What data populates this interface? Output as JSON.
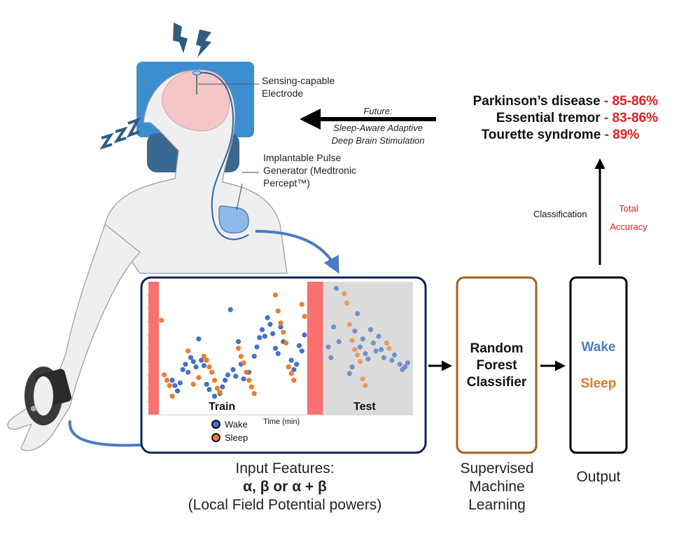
{
  "illustration": {
    "electrode_label": [
      "Sensing-capable",
      "Electrode"
    ],
    "ipg_label": [
      "Implantable Pulse",
      "Generator (Medtronic",
      "Percept™)"
    ],
    "icons": [
      "lightning-bolt-icon",
      "sleep-zzz-icon",
      "brain-icon",
      "pillow-icon",
      "pulse-generator-icon",
      "smartwatch-icon"
    ]
  },
  "future": {
    "title": "Future:",
    "line1": "Sleep-Aware Adaptive",
    "line2": "Deep Brain Stimulation"
  },
  "results": [
    {
      "condition": "Parkinson’s disease",
      "accuracy": "- 85-86%"
    },
    {
      "condition": "Essential tremor",
      "accuracy": "- 83-86%"
    },
    {
      "condition": "Tourette syndrome",
      "accuracy": "- 89%"
    }
  ],
  "arrow_labels": {
    "left": "Classification",
    "right_line1": "Total",
    "right_line2": "Accuracy"
  },
  "colors": {
    "wake": "#4472c4",
    "sleep": "#ed7d31",
    "accuracy_red": "#e02020",
    "pillow": "#3b8fd1",
    "panel_border": "#0f2456",
    "classifier_border": "#a0601e",
    "red_band": "#f87070",
    "test_bg": "#dcdcdc"
  },
  "chart_data": {
    "type": "scatter",
    "title": "",
    "xlabel": "Time (min)",
    "ylabel": "",
    "regions": [
      {
        "label": "",
        "kind": "excluded",
        "x": [
          0,
          4
        ]
      },
      {
        "label": "Train",
        "kind": "train",
        "x": [
          4,
          60
        ]
      },
      {
        "label": "",
        "kind": "excluded",
        "x": [
          60,
          66
        ]
      },
      {
        "label": "Test",
        "kind": "test",
        "x": [
          66,
          100
        ]
      }
    ],
    "xlim": [
      0,
      100
    ],
    "ylim": [
      0,
      10
    ],
    "legend": {
      "position": "bottom-left",
      "entries": [
        "Wake",
        "Sleep"
      ]
    },
    "series": [
      {
        "name": "Wake",
        "points": [
          [
            9,
            2.6
          ],
          [
            10,
            2.2
          ],
          [
            11,
            1.8
          ],
          [
            12,
            2.4
          ],
          [
            13,
            3.4
          ],
          [
            14,
            3.8
          ],
          [
            15,
            3.2
          ],
          [
            16,
            4.3
          ],
          [
            17,
            4.0
          ],
          [
            18,
            3.6
          ],
          [
            19,
            5.7
          ],
          [
            20,
            4.1
          ],
          [
            21,
            3.7
          ],
          [
            22,
            2.3
          ],
          [
            23,
            1.9
          ],
          [
            25,
            1.4
          ],
          [
            27,
            1.6
          ],
          [
            28,
            2.1
          ],
          [
            29,
            2.6
          ],
          [
            30,
            3.0
          ],
          [
            31,
            7.9
          ],
          [
            32,
            3.4
          ],
          [
            33,
            2.9
          ],
          [
            34,
            5.5
          ],
          [
            35,
            3.8
          ],
          [
            36,
            2.7
          ],
          [
            38,
            3.2
          ],
          [
            40,
            4.4
          ],
          [
            41,
            5.1
          ],
          [
            42,
            5.8
          ],
          [
            43,
            6.4
          ],
          [
            44,
            5.9
          ],
          [
            45,
            7.3
          ],
          [
            46,
            6.8
          ],
          [
            47,
            6.1
          ],
          [
            48,
            5.0
          ],
          [
            49,
            4.6
          ],
          [
            50,
            6.6
          ],
          [
            51,
            5.5
          ],
          [
            54,
            4.1
          ],
          [
            55,
            3.4
          ],
          [
            56,
            3.8
          ],
          [
            57,
            5.2
          ],
          [
            58,
            4.8
          ],
          [
            59,
            6.0
          ],
          [
            68,
            5.1
          ],
          [
            69,
            4.3
          ],
          [
            70,
            6.6
          ],
          [
            71,
            9.5
          ],
          [
            72,
            5.5
          ],
          [
            76,
            3.1
          ],
          [
            77,
            3.6
          ],
          [
            78,
            6.3
          ],
          [
            79,
            7.6
          ],
          [
            80,
            5.1
          ],
          [
            81,
            5.7
          ],
          [
            82,
            4.6
          ],
          [
            83,
            4.2
          ],
          [
            84,
            6.4
          ],
          [
            85,
            5.4
          ],
          [
            86,
            4.8
          ],
          [
            87,
            5.9
          ],
          [
            88,
            4.9
          ],
          [
            89,
            4.3
          ],
          [
            92,
            4.1
          ],
          [
            93,
            4.5
          ],
          [
            95,
            3.8
          ],
          [
            96,
            3.4
          ],
          [
            97,
            3.6
          ],
          [
            98,
            3.9
          ]
        ]
      },
      {
        "name": "Sleep",
        "points": [
          [
            5,
            7.1
          ],
          [
            6,
            3.0
          ],
          [
            7,
            2.6
          ],
          [
            8,
            2.2
          ],
          [
            9,
            1.4
          ],
          [
            15,
            4.8
          ],
          [
            17,
            2.3
          ],
          [
            19,
            2.8
          ],
          [
            21,
            4.4
          ],
          [
            22,
            4.1
          ],
          [
            23,
            3.6
          ],
          [
            24,
            3.2
          ],
          [
            25,
            2.6
          ],
          [
            26,
            2.0
          ],
          [
            27,
            1.7
          ],
          [
            34,
            5.0
          ],
          [
            35,
            4.4
          ],
          [
            36,
            3.9
          ],
          [
            37,
            3.2
          ],
          [
            38,
            2.6
          ],
          [
            39,
            2.1
          ],
          [
            40,
            1.6
          ],
          [
            48,
            9.0
          ],
          [
            49,
            7.8
          ],
          [
            50,
            6.9
          ],
          [
            51,
            6.2
          ],
          [
            52,
            5.4
          ],
          [
            53,
            3.6
          ],
          [
            54,
            3.1
          ],
          [
            55,
            2.6
          ],
          [
            58,
            8.3
          ],
          [
            59,
            7.4
          ],
          [
            74,
            9.1
          ],
          [
            75,
            8.4
          ],
          [
            76,
            6.8
          ],
          [
            77,
            5.6
          ],
          [
            78,
            4.9
          ],
          [
            79,
            4.5
          ],
          [
            80,
            4.0
          ],
          [
            81,
            2.7
          ],
          [
            82,
            2.2
          ],
          [
            90,
            5.4
          ],
          [
            91,
            5.0
          ]
        ]
      }
    ]
  },
  "panels": {
    "train_label": "Train",
    "test_label": "Test",
    "classifier_lines": [
      "Random",
      "Forest",
      "Classifier"
    ],
    "output_wake": "Wake",
    "output_sleep": "Sleep"
  },
  "captions": {
    "input_line1": "Input Features:",
    "input_line2": "α, β or α + β",
    "input_line3": "(Local Field Potential powers)",
    "ml_lines": [
      "Supervised",
      "Machine",
      "Learning"
    ],
    "output": "Output"
  }
}
